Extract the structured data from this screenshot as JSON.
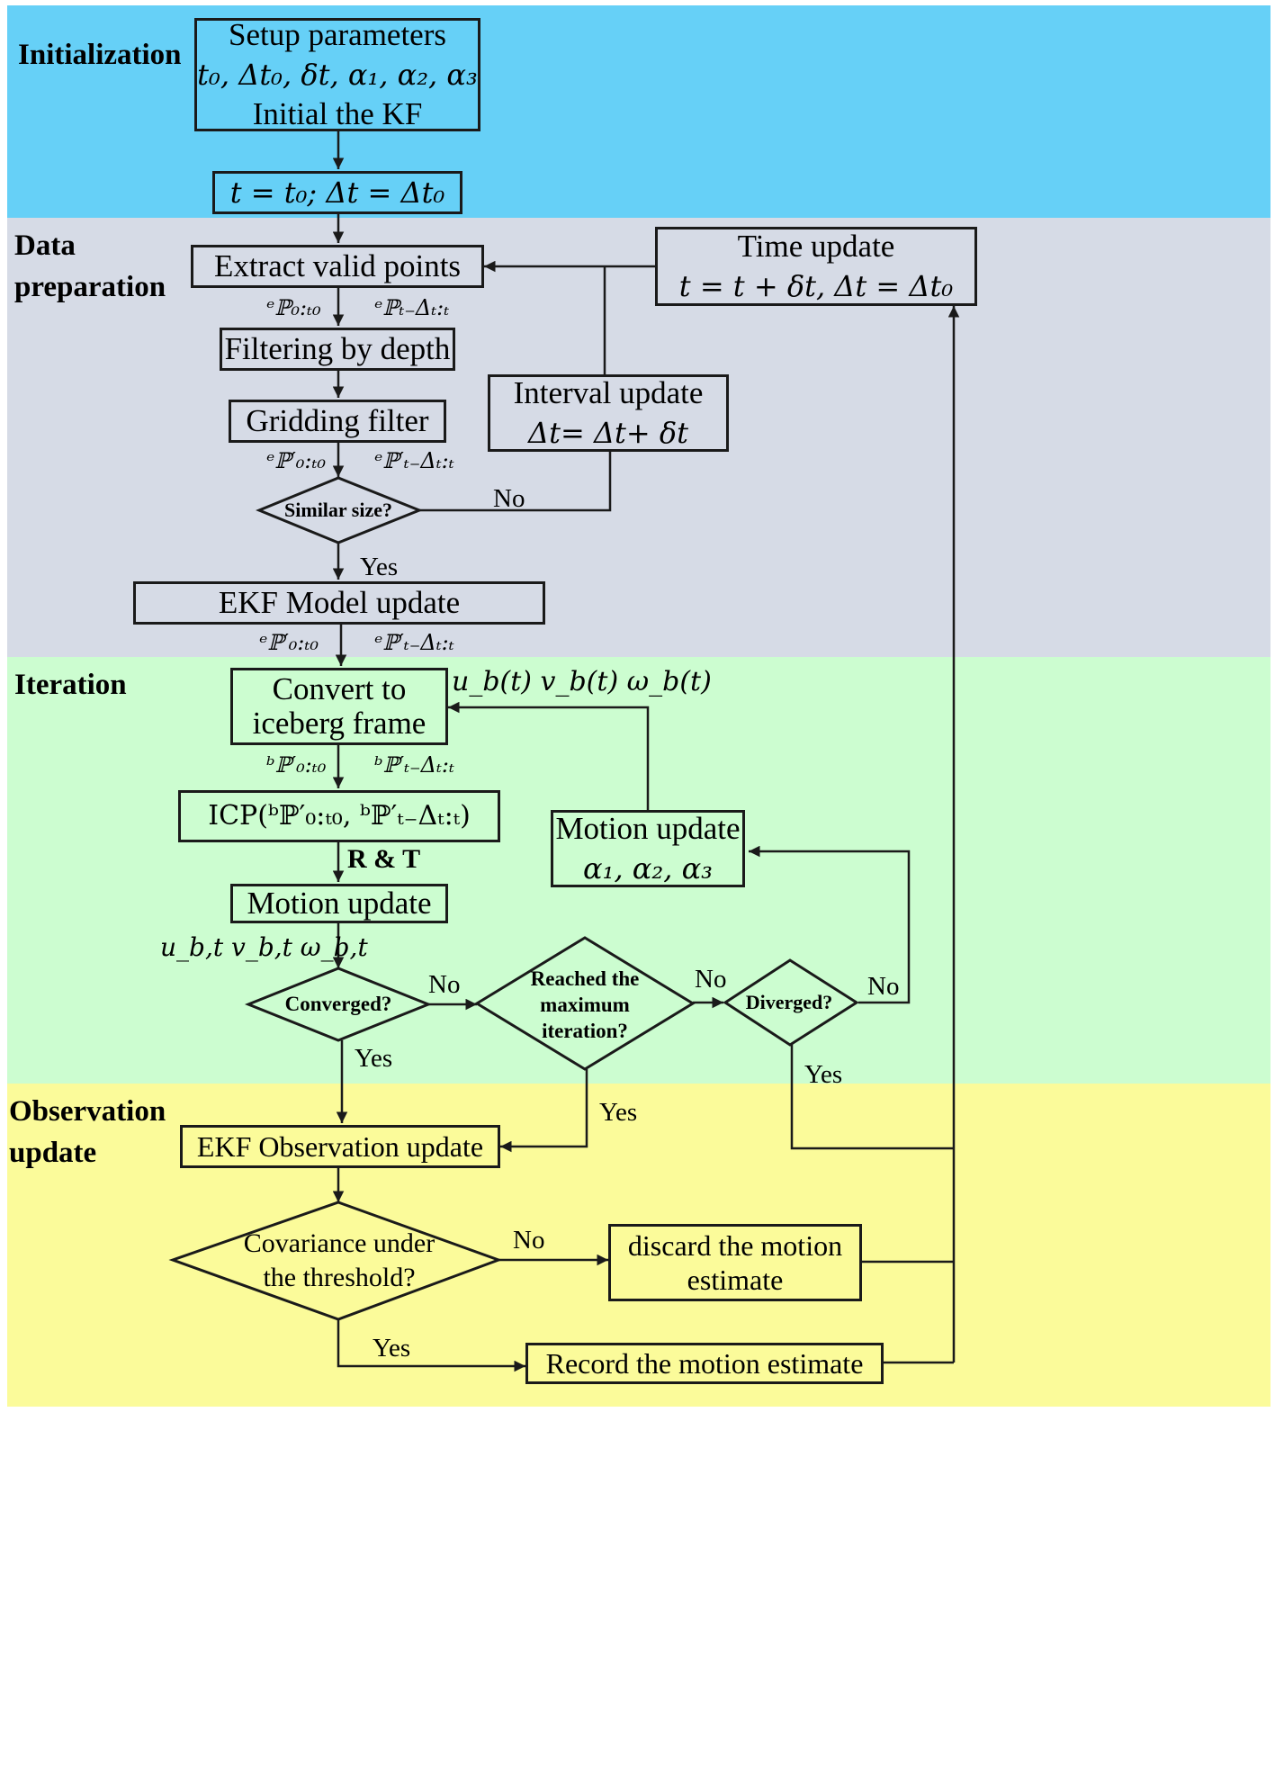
{
  "colors": {
    "initialization": "#66d0f7",
    "data_preparation": "#d6dbe6",
    "iteration": "#ccfdd0",
    "observation_update": "#fbfb9a",
    "stroke": "#1a1a1a"
  },
  "sections": {
    "initialization": "Initialization",
    "data_preparation": "Data\npreparation",
    "iteration": "Iteration",
    "observation_update": "Observation\nupdate"
  },
  "boxes": {
    "setup": {
      "line1": "Setup parameters",
      "line2": "t₀, Δt₀, δt, α₁, α₂, α₃",
      "line3": "Initial the KF"
    },
    "init_time": "t = t₀; Δt = Δt₀",
    "extract": "Extract valid points",
    "time_update": {
      "line1": "Time update",
      "line2": "t = t + δt, Δt = Δt₀"
    },
    "filtering": "Filtering by depth",
    "interval_update": {
      "line1": "Interval update",
      "line2": "Δt= Δt+ δt"
    },
    "gridding": "Gridding filter",
    "ekf_model": "EKF Model update",
    "convert": "Convert to\niceberg frame",
    "icp": "ICP(ᵇℙ′₀:ₜ₀,   ᵇℙ′ₜ₋Δₜ:ₜ)",
    "motion_update_right": {
      "line1": "Motion update",
      "line2": "α₁, α₂, α₃"
    },
    "motion_update": "Motion update",
    "ekf_obs": "EKF Observation update",
    "discard": "discard the motion\nestimate",
    "record": "Record the motion estimate"
  },
  "decisions": {
    "similar_size": "Similar size?",
    "converged": "Converged?",
    "max_iter": "Reached the\nmaximum\niteration?",
    "diverged": "Diverged?",
    "covariance": "Covariance under\nthe threshold?"
  },
  "labels": {
    "p_full_1": "ᵉℙ₀:ₜ₀",
    "p_win_1": "ᵉℙₜ₋Δₜ:ₜ",
    "p_full_2": "ᵉℙ′₀:ₜ₀",
    "p_win_2": "ᵉℙ′ₜ₋Δₜ:ₜ",
    "p_full_3": "ᵉℙ′₀:ₜ₀",
    "p_win_3": "ᵉℙ′ₜ₋Δₜ:ₜ",
    "b_full": "ᵇℙ′₀:ₜ₀",
    "b_win": "ᵇℙ′ₜ₋Δₜ:ₜ",
    "velocities_t": "u_b(t)   v_b(t)   ω_b(t)",
    "velocities": "u_b,t   v_b,t   ω_b,t",
    "rt": "R & T",
    "no_similar": "No",
    "yes_similar": "Yes",
    "no_converged": "No",
    "yes_converged": "Yes",
    "no_max": "No",
    "yes_max": "Yes",
    "no_diverged": "No",
    "yes_diverged": "Yes",
    "no_cov": "No",
    "yes_cov": "Yes"
  }
}
